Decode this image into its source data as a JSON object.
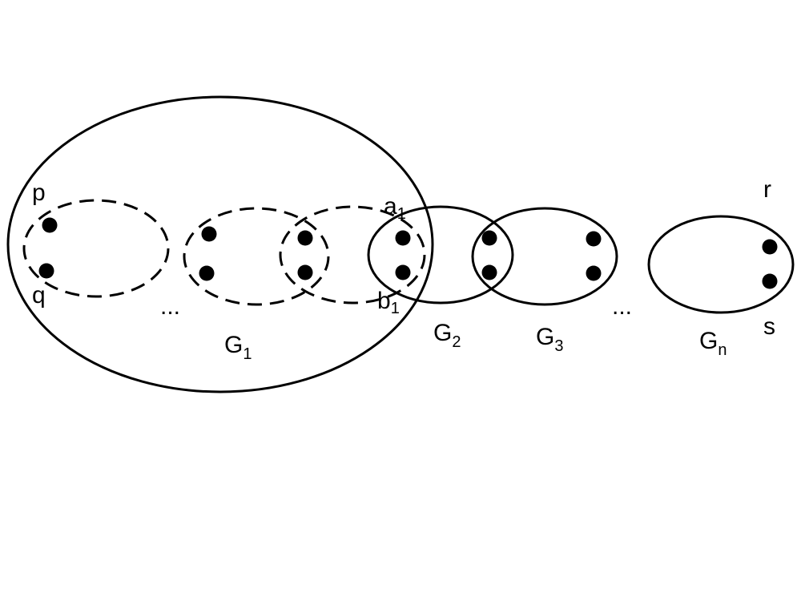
{
  "labels": {
    "p": "p",
    "q": "q",
    "r": "r",
    "s": "s",
    "a": "a",
    "a_sub": "1",
    "b": "b",
    "b_sub": "1",
    "ellipsis_g1": "...",
    "ellipsis_mid": "..."
  },
  "graphs": [
    {
      "name": "G",
      "sub": "1"
    },
    {
      "name": "G",
      "sub": "2"
    },
    {
      "name": "G",
      "sub": "3"
    },
    {
      "name": "G",
      "sub": "n"
    }
  ]
}
